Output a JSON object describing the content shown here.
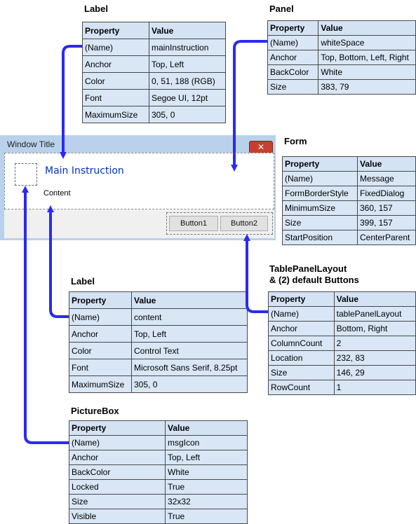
{
  "window": {
    "title": "Window Title",
    "close_symbol": "✕",
    "main_instruction": "Main Instruction",
    "content": "Content",
    "button1": "Button1",
    "button2": "Button2"
  },
  "tables": {
    "label1": {
      "heading": "Label",
      "headers": [
        "Property",
        "Value"
      ],
      "rows": [
        [
          "(Name)",
          "mainInstruction"
        ],
        [
          "Anchor",
          "Top, Left"
        ],
        [
          "Color",
          "0, 51, 188 (RGB)"
        ],
        [
          "Font",
          "Segoe UI, 12pt"
        ],
        [
          "MaximumSize",
          "305, 0"
        ]
      ]
    },
    "panel": {
      "heading": "Panel",
      "headers": [
        "Property",
        "Value"
      ],
      "rows": [
        [
          "(Name)",
          "whiteSpace"
        ],
        [
          "Anchor",
          "Top, Bottom, Left, Right"
        ],
        [
          "BackColor",
          "White"
        ],
        [
          "Size",
          "383, 79"
        ]
      ]
    },
    "form": {
      "heading": "Form",
      "headers": [
        "Property",
        "Value"
      ],
      "rows": [
        [
          "(Name)",
          "Message"
        ],
        [
          "FormBorderStyle",
          "FixedDialog"
        ],
        [
          "MinimumSize",
          "360, 157"
        ],
        [
          "Size",
          "399, 157"
        ],
        [
          "StartPosition",
          "CenterParent"
        ]
      ]
    },
    "label2": {
      "heading": "Label",
      "headers": [
        "Property",
        "Value"
      ],
      "rows": [
        [
          "(Name)",
          "content"
        ],
        [
          "Anchor",
          "Top, Left"
        ],
        [
          "Color",
          "Control Text"
        ],
        [
          "Font",
          "Microsoft Sans Serif, 8.25pt"
        ],
        [
          "MaximumSize",
          "305, 0"
        ]
      ]
    },
    "tablelayout": {
      "heading": "TablePanelLayout",
      "heading2": "& (2) default Buttons",
      "headers": [
        "Property",
        "Value"
      ],
      "rows": [
        [
          "(Name)",
          "tablePanelLayout"
        ],
        [
          "Anchor",
          "Bottom, Right"
        ],
        [
          "ColumnCount",
          "2"
        ],
        [
          "Location",
          "232, 83"
        ],
        [
          "Size",
          "146, 29"
        ],
        [
          "RowCount",
          "1"
        ]
      ]
    },
    "picturebox": {
      "heading": "PictureBox",
      "headers": [
        "Property",
        "Value"
      ],
      "rows": [
        [
          "(Name)",
          "msgIcon"
        ],
        [
          "Anchor",
          "Top, Left"
        ],
        [
          "BackColor",
          "White"
        ],
        [
          "Locked",
          "True"
        ],
        [
          "Size",
          "32x32"
        ],
        [
          "Visible",
          "True"
        ]
      ]
    }
  },
  "colors": {
    "arrow": "#2b2bf0",
    "table_bg": "#d8e6f5",
    "main_instruction": "#0033bc"
  }
}
